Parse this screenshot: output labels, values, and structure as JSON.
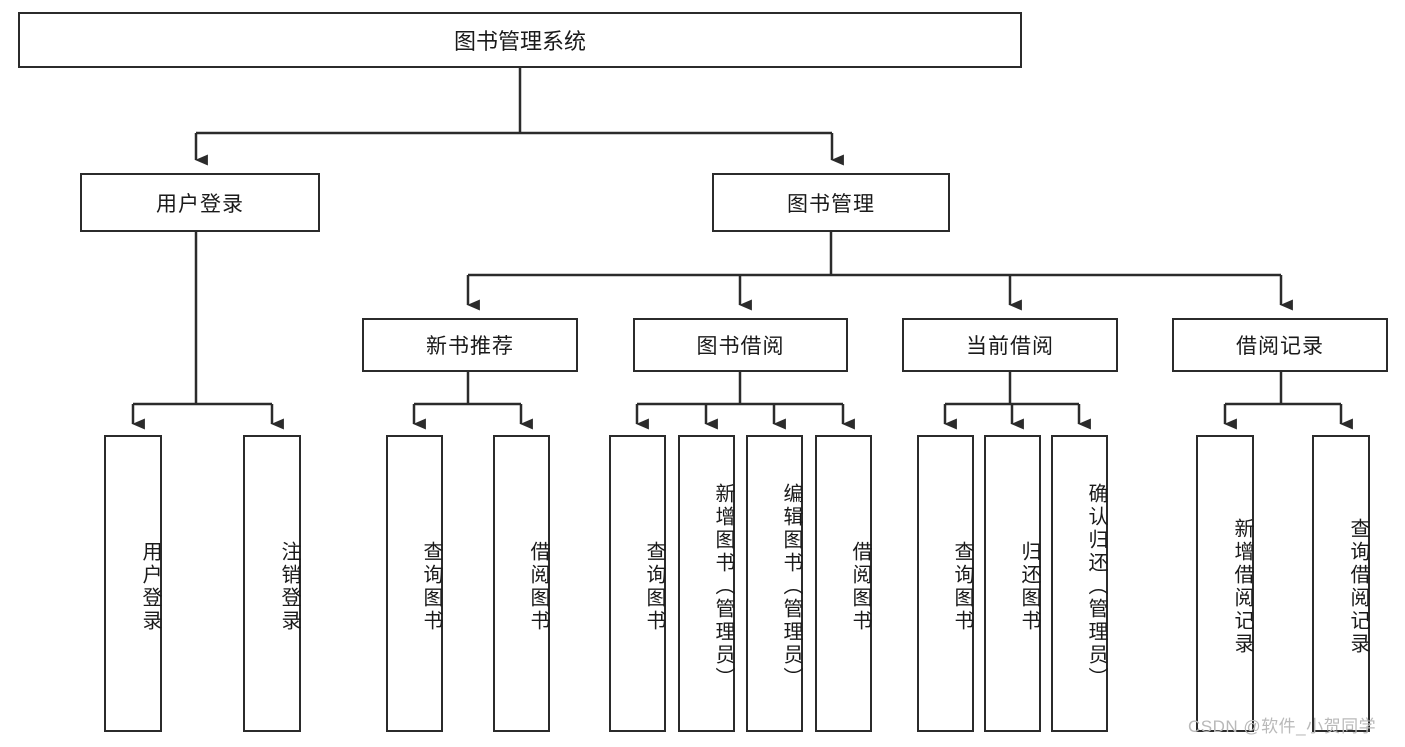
{
  "diagram": {
    "type": "tree",
    "title": "图书管理系统",
    "root": {
      "label": "图书管理系统"
    },
    "level2": [
      {
        "label": "用户登录"
      },
      {
        "label": "图书管理"
      }
    ],
    "level3": [
      {
        "label": "新书推荐"
      },
      {
        "label": "图书借阅"
      },
      {
        "label": "当前借阅"
      },
      {
        "label": "借阅记录"
      }
    ],
    "leaves": {
      "user_login": [
        {
          "label": "用户登录"
        },
        {
          "label": "注销登录"
        }
      ],
      "new_book_recommend": [
        {
          "label": "查询图书"
        },
        {
          "label": "借阅图书"
        }
      ],
      "book_borrow": [
        {
          "label": "查询图书"
        },
        {
          "label": "新增图书（管理员）"
        },
        {
          "label": "编辑图书（管理员）"
        },
        {
          "label": "借阅图书"
        }
      ],
      "current_borrow": [
        {
          "label": "查询图书"
        },
        {
          "label": "归还图书"
        },
        {
          "label": "确认归还（管理员）"
        }
      ],
      "borrow_record": [
        {
          "label": "新增借阅记录"
        },
        {
          "label": "查询借阅记录"
        }
      ]
    }
  },
  "watermark": {
    "text": "CSDN @软件_小贺同学"
  },
  "colors": {
    "box_border": "#2b2b2b",
    "box_fill": "#ffffff",
    "text": "#1a1a1a",
    "connector": "#2b2b2b",
    "watermark": "#b9b9b9"
  }
}
